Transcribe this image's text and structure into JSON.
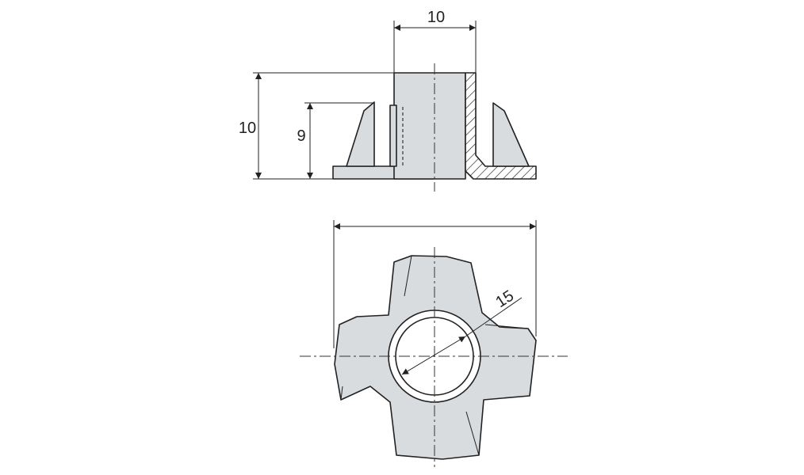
{
  "colors": {
    "background": "#ffffff",
    "part_fill": "#d9dcdf",
    "line": "#222222"
  },
  "dimensions": {
    "top_width": "10",
    "total_height": "10",
    "prong_height": "9",
    "bore_diameter": "15"
  }
}
